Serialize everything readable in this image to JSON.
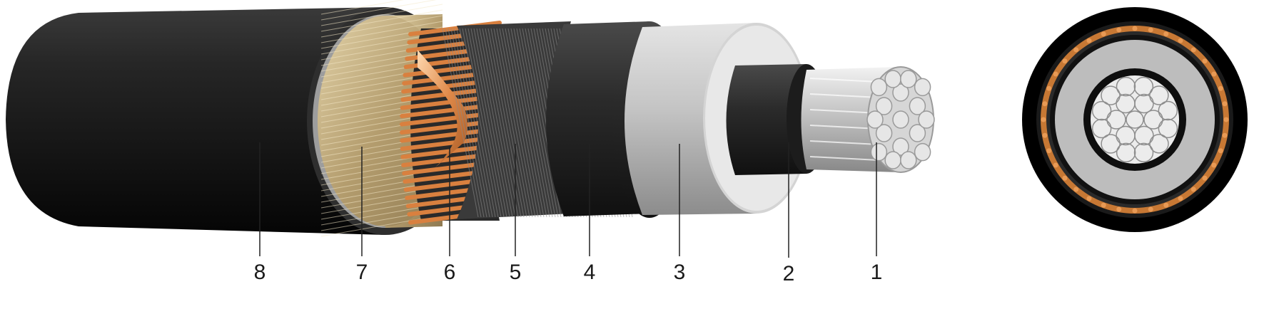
{
  "labels": [
    "1",
    "2",
    "3",
    "4",
    "5",
    "6",
    "7",
    "8"
  ],
  "colors": {
    "outer_sheath": "#1b1b1b",
    "copper": "#d9803f",
    "screen_tape": "#c7b48a",
    "semicon": "#2a2a2a",
    "insulation": "#bdbdbd",
    "conductor": "#d8d8d8",
    "leader_line": "#222222"
  }
}
